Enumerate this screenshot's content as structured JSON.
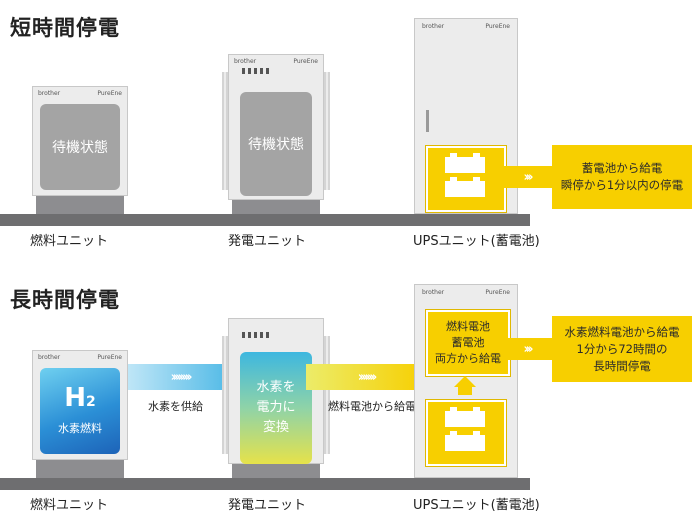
{
  "short": {
    "title": "短時間停電",
    "fuel_unit": {
      "label": "燃料ユニット",
      "panel_text": "待機状態",
      "brand": "brother",
      "product": "PureEne"
    },
    "gen_unit": {
      "label": "発電ユニット",
      "panel_text": "待機状態",
      "brand": "brother",
      "product": "PureEne"
    },
    "ups_unit": {
      "label": "UPSユニット(蓄電池)",
      "brand": "brother",
      "product": "PureEne"
    },
    "callout": {
      "line1": "蓄電池から給電",
      "line2": "瞬停から1分以内の停電"
    }
  },
  "long": {
    "title": "長時間停電",
    "fuel_unit": {
      "label": "燃料ユニット",
      "h2_main": "H",
      "h2_sub": "2",
      "h2_caption": "水素燃料",
      "brand": "brother",
      "product": "PureEne"
    },
    "gen_unit": {
      "label": "発電ユニット",
      "panel_line1": "水素を",
      "panel_line2": "電力に",
      "panel_line3": "変換"
    },
    "ups_unit": {
      "label": "UPSユニット(蓄電池)",
      "box_line1": "燃料電池",
      "box_line2": "蓄電池",
      "box_line3": "両方から給電",
      "brand": "brother",
      "product": "PureEne"
    },
    "flow1_text": "水素を供給",
    "flow2_text": "燃料電池から給電",
    "callout": {
      "line1": "水素燃料電池から給電",
      "line2": "1分から72時間の",
      "line3": "長時間停電"
    }
  },
  "colors": {
    "accent_yellow": "#f7cf00",
    "flow_blue": "#2aa7d8",
    "floor_gray": "#6e6e70"
  },
  "icons": {
    "battery": "battery-icon",
    "chevrons": "chevron-right-icon"
  }
}
